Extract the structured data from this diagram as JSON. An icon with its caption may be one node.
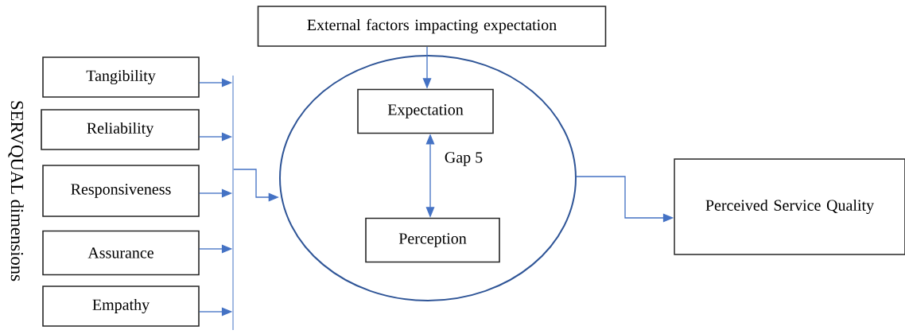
{
  "diagram": {
    "nodes": [
      {
        "text": [
          "External factors impacting expectation"
        ]
      },
      {
        "text": [
          "Tangibility"
        ]
      },
      {
        "text": [
          "Reliability"
        ]
      },
      {
        "text": [
          "Responsiveness"
        ]
      },
      {
        "text": [
          "Assurance"
        ]
      },
      {
        "text": [
          "Empathy"
        ]
      },
      {
        "text": [],
        "shape": "bar"
      },
      {
        "text": [],
        "shape": "circle"
      },
      {
        "text": [
          "Expectation"
        ],
        "in": 7
      },
      {
        "text": [
          "Perception"
        ],
        "in": 7
      },
      {
        "text": [
          "Perceived Service Quality"
        ]
      }
    ],
    "edges": [
      {
        "from": 1,
        "to": 6,
        "arrow": "to"
      },
      {
        "from": 2,
        "to": 6,
        "arrow": "to"
      },
      {
        "from": 3,
        "to": 6,
        "arrow": "to"
      },
      {
        "from": 4,
        "to": 6,
        "arrow": "to"
      },
      {
        "from": 5,
        "to": 6,
        "arrow": "to"
      },
      {
        "from": 6,
        "to": 7,
        "arrow": "to"
      },
      {
        "from": 0,
        "to": 8,
        "arrow": "to"
      },
      {
        "from": 8,
        "to": 9,
        "label": "Gap 5",
        "arrow": "both"
      },
      {
        "from": 7,
        "to": 10,
        "arrow": "to"
      }
    ],
    "labels": [
      "SERVQUAL dimensions"
    ]
  }
}
